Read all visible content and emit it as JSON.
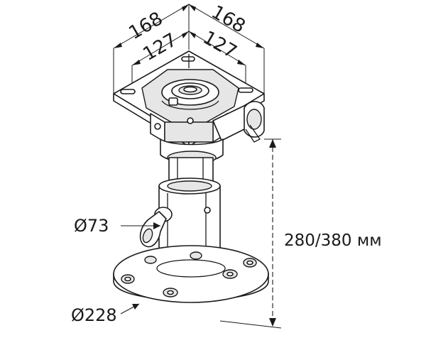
{
  "dimensions": {
    "top_left_outer": "168",
    "top_left_inner": "127",
    "top_right_outer": "168",
    "top_right_inner": "127",
    "tube_diameter": "Ø73",
    "base_diameter": "Ø228",
    "height": "280/380 мм"
  },
  "colors": {
    "line": "#1a1a1a",
    "shade": "#e6e6e6",
    "background": "#ffffff"
  }
}
